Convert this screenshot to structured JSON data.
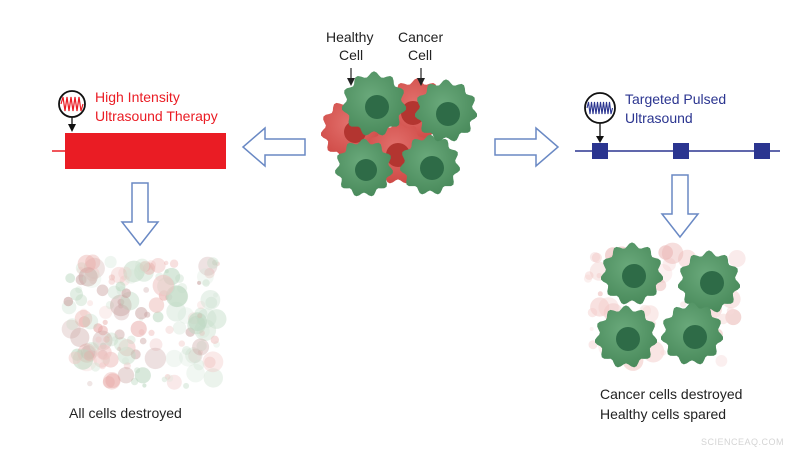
{
  "labels": {
    "healthy_line1": "Healthy",
    "healthy_line2": "Cell",
    "cancer_line1": "Cancer",
    "cancer_line2": "Cell",
    "hifu_line1": "High Intensity",
    "hifu_line2": "Ultrasound Therapy",
    "tpu_line1": "Targeted  Pulsed",
    "tpu_line2": "Ultrasound",
    "all_destroyed": "All cells destroyed",
    "cancer_destroyed": "Cancer cells destroyed",
    "healthy_spared": "Healthy cells spared"
  },
  "watermark": "SCIENCEAQ.COM",
  "colors": {
    "hifu_red": "#ea1c24",
    "pulse_navy": "#2b3590",
    "healthy_green": "#4f9462",
    "healthy_nucleus": "#2e6b47",
    "cancer_red": "#d9504d",
    "cancer_nucleus": "#b33530",
    "arrow_outline": "#6a89c4"
  },
  "icons": {
    "hifu_transducer": "sine-wave-icon",
    "pulsed_transducer": "sine-wave-icon"
  }
}
